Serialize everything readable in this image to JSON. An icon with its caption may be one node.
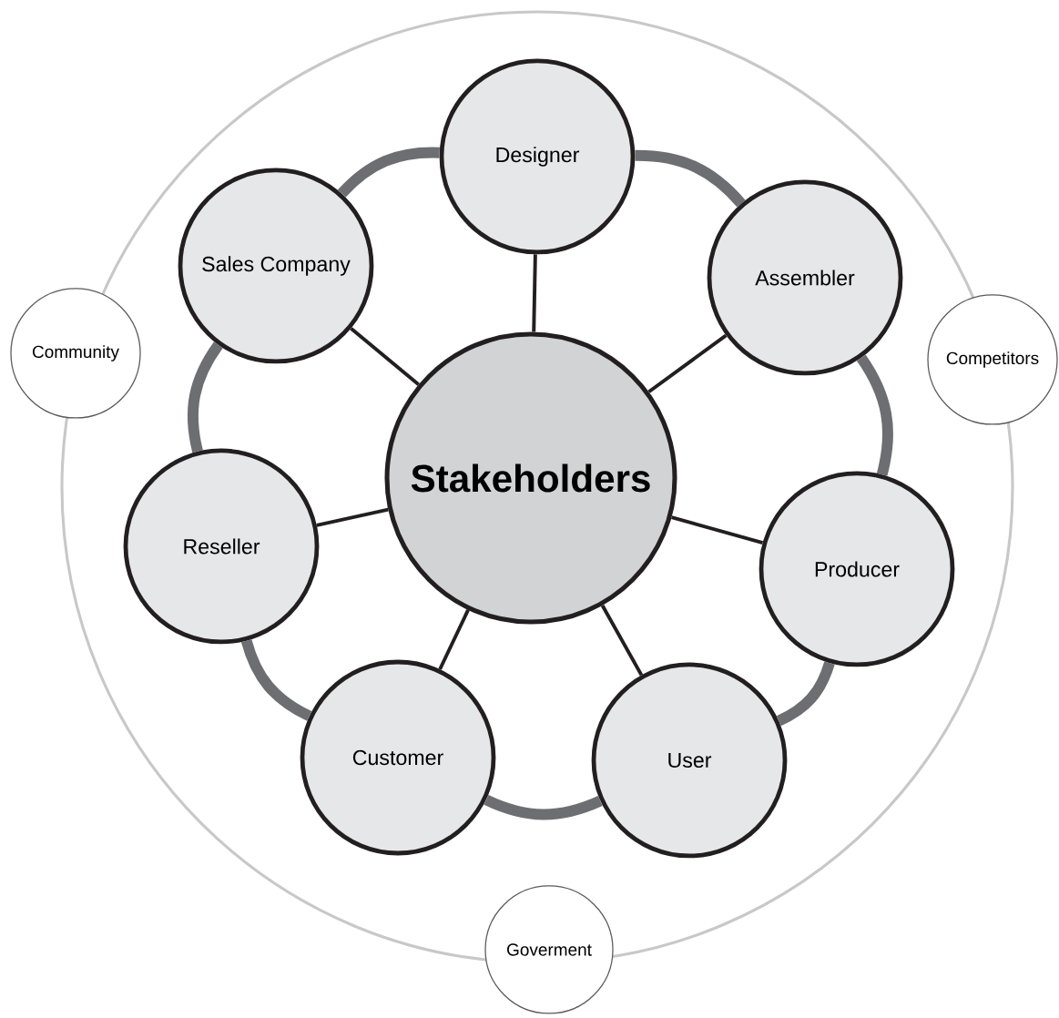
{
  "diagram": {
    "nodes": [
      {
        "text": [
          "Stakeholders"
        ]
      },
      {
        "text": [
          "Designer"
        ]
      },
      {
        "text": [
          "Assembler"
        ]
      },
      {
        "text": [
          "Producer"
        ]
      },
      {
        "text": [
          "User"
        ]
      },
      {
        "text": [
          "Customer"
        ]
      },
      {
        "text": [
          "Reseller"
        ]
      },
      {
        "text": [
          "Sales Company"
        ]
      },
      {
        "text": [
          "Community"
        ]
      },
      {
        "text": [
          "Competitors"
        ]
      },
      {
        "text": [
          "Goverment"
        ]
      }
    ],
    "edges": [
      {
        "from": 0,
        "to": 1,
        "arrow": "none"
      },
      {
        "from": 0,
        "to": 2,
        "arrow": "none"
      },
      {
        "from": 0,
        "to": 3,
        "arrow": "none"
      },
      {
        "from": 0,
        "to": 4,
        "arrow": "none"
      },
      {
        "from": 0,
        "to": 5,
        "arrow": "none"
      },
      {
        "from": 0,
        "to": 6,
        "arrow": "none"
      },
      {
        "from": 0,
        "to": 7,
        "arrow": "none"
      },
      {
        "from": 1,
        "to": 2,
        "arrow": "none",
        "style": "thick",
        "color": "#6d6e71"
      },
      {
        "from": 2,
        "to": 3,
        "arrow": "none",
        "style": "thick",
        "color": "#6d6e71"
      },
      {
        "from": 3,
        "to": 4,
        "arrow": "none",
        "style": "thick",
        "color": "#6d6e71"
      },
      {
        "from": 4,
        "to": 5,
        "arrow": "none",
        "style": "thick",
        "color": "#6d6e71"
      },
      {
        "from": 5,
        "to": 6,
        "arrow": "none",
        "style": "thick",
        "color": "#6d6e71"
      },
      {
        "from": 6,
        "to": 7,
        "arrow": "none",
        "style": "thick",
        "color": "#6d6e71"
      },
      {
        "from": 7,
        "to": 1,
        "arrow": "none",
        "style": "thick",
        "color": "#6d6e71"
      }
    ]
  }
}
